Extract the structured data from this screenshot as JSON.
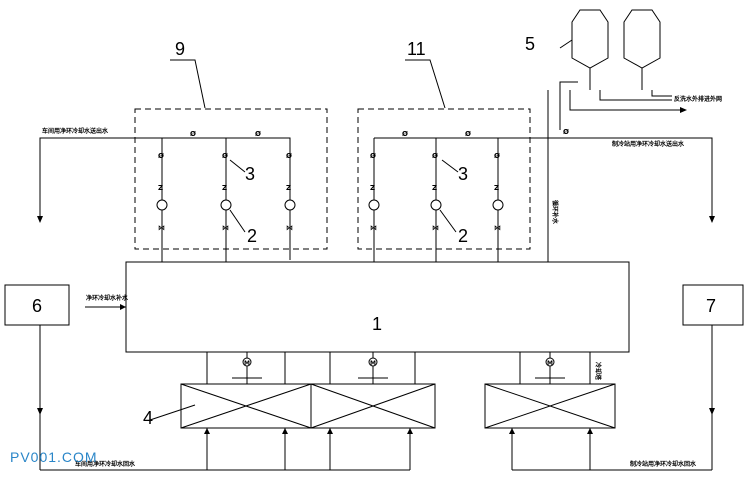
{
  "labels": {
    "workshop_supply": "车间用净环冷却水送出水",
    "workshop_return": "车间用净环冷却水回水",
    "station_supply": "制冷站用净环冷却水送出水",
    "station_return": "制冷站用净环冷却水回水",
    "makeup_water": "净环冷却水补水",
    "backwash": "反洗水外排进外网",
    "vertical_pipe": "循环补水",
    "fan_note": "冷却塔"
  },
  "numbers": {
    "n1": "1",
    "n2a": "2",
    "n2b": "2",
    "n3a": "3",
    "n3b": "3",
    "n4": "4",
    "n5": "5",
    "n6": "6",
    "n7": "7",
    "n9": "9",
    "n11": "11"
  },
  "watermark": "PV001.COM",
  "motor_symbol": "M"
}
